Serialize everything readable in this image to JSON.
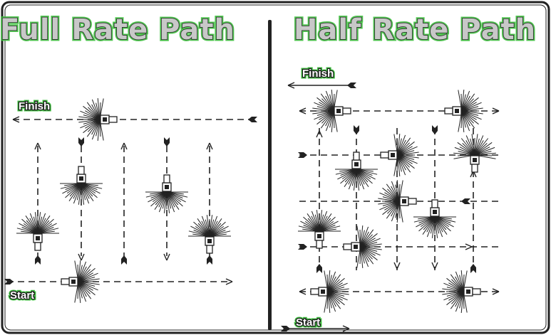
{
  "full_rate": {
    "title": "Full Rate Path",
    "finish_label": "Finish",
    "start_label": "Start"
  },
  "half_rate": {
    "title": "Half Rate Path",
    "finish_label": "Finish",
    "start_label": "Start"
  },
  "colors": {
    "ink": "#222222",
    "title_fill": "#c8c8c8",
    "glow": "#3fbf3f",
    "background": "#ffffff"
  }
}
